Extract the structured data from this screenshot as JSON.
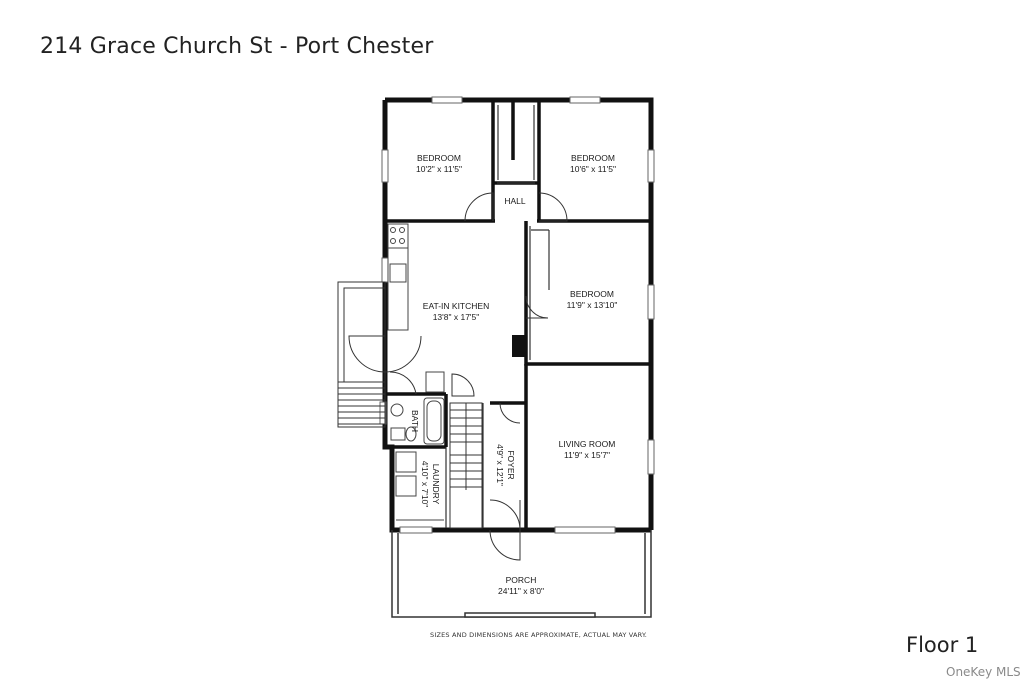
{
  "header": {
    "address": "214 Grace Church St - Port Chester"
  },
  "plan": {
    "floor_label": "Floor 1",
    "disclaimer": "SIZES AND DIMENSIONS ARE APPROXIMATE, ACTUAL MAY VARY.",
    "credit": "OneKey MLS",
    "rooms": {
      "bedroom_1": {
        "name": "BEDROOM",
        "dims": "10'2\" x 11'5\""
      },
      "bedroom_2": {
        "name": "BEDROOM",
        "dims": "10'6\" x 11'5\""
      },
      "hall": {
        "name": "HALL"
      },
      "kitchen": {
        "name": "EAT-IN KITCHEN",
        "dims": "13'8\" x 17'5\""
      },
      "bedroom_3": {
        "name": "BEDROOM",
        "dims": "11'9\" x 13'10\""
      },
      "bath": {
        "name": "BATH"
      },
      "laundry": {
        "name": "LAUNDRY",
        "dims": "4'10\" x 7'10\""
      },
      "foyer": {
        "name": "FOYER",
        "dims": "4'9\" x 12'1\""
      },
      "living": {
        "name": "LIVING ROOM",
        "dims": "11'9\" x 15'7\""
      },
      "porch": {
        "name": "PORCH",
        "dims": "24'11\" x 8'0\""
      }
    }
  }
}
